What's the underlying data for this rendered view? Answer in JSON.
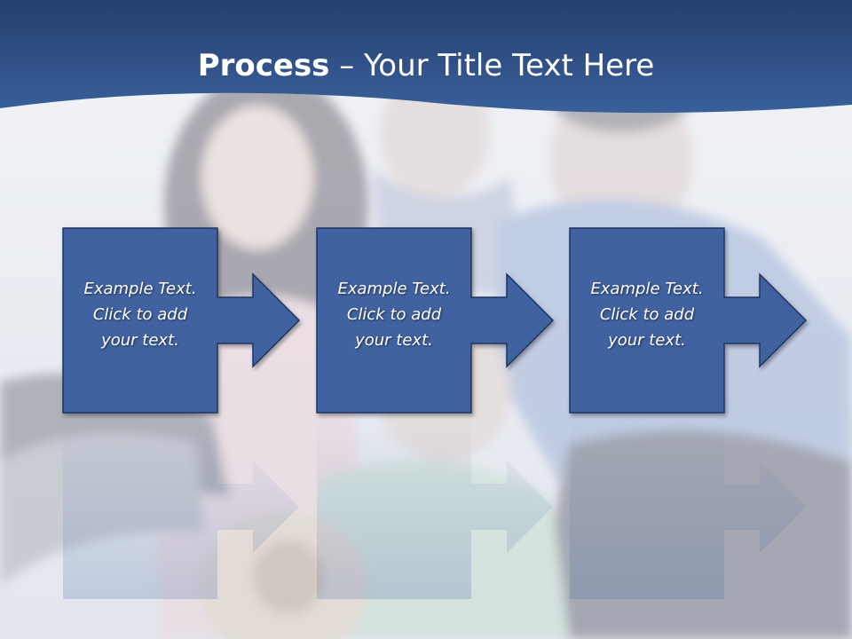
{
  "slide": {
    "title_bold": "Process",
    "title_rest": " – Your Title Text Here",
    "colors": {
      "header_band": "#2f4f82",
      "box_fill": "#3f62a0",
      "box_border": "#1e3560",
      "text": "#ffffff"
    }
  },
  "steps": [
    {
      "lines": [
        "Example Text.",
        "Click  to add",
        "your text."
      ]
    },
    {
      "lines": [
        "Example Text.",
        "Click  to add",
        "your text."
      ]
    },
    {
      "lines": [
        "Example Text.",
        "Click  to add",
        "your text."
      ]
    }
  ]
}
